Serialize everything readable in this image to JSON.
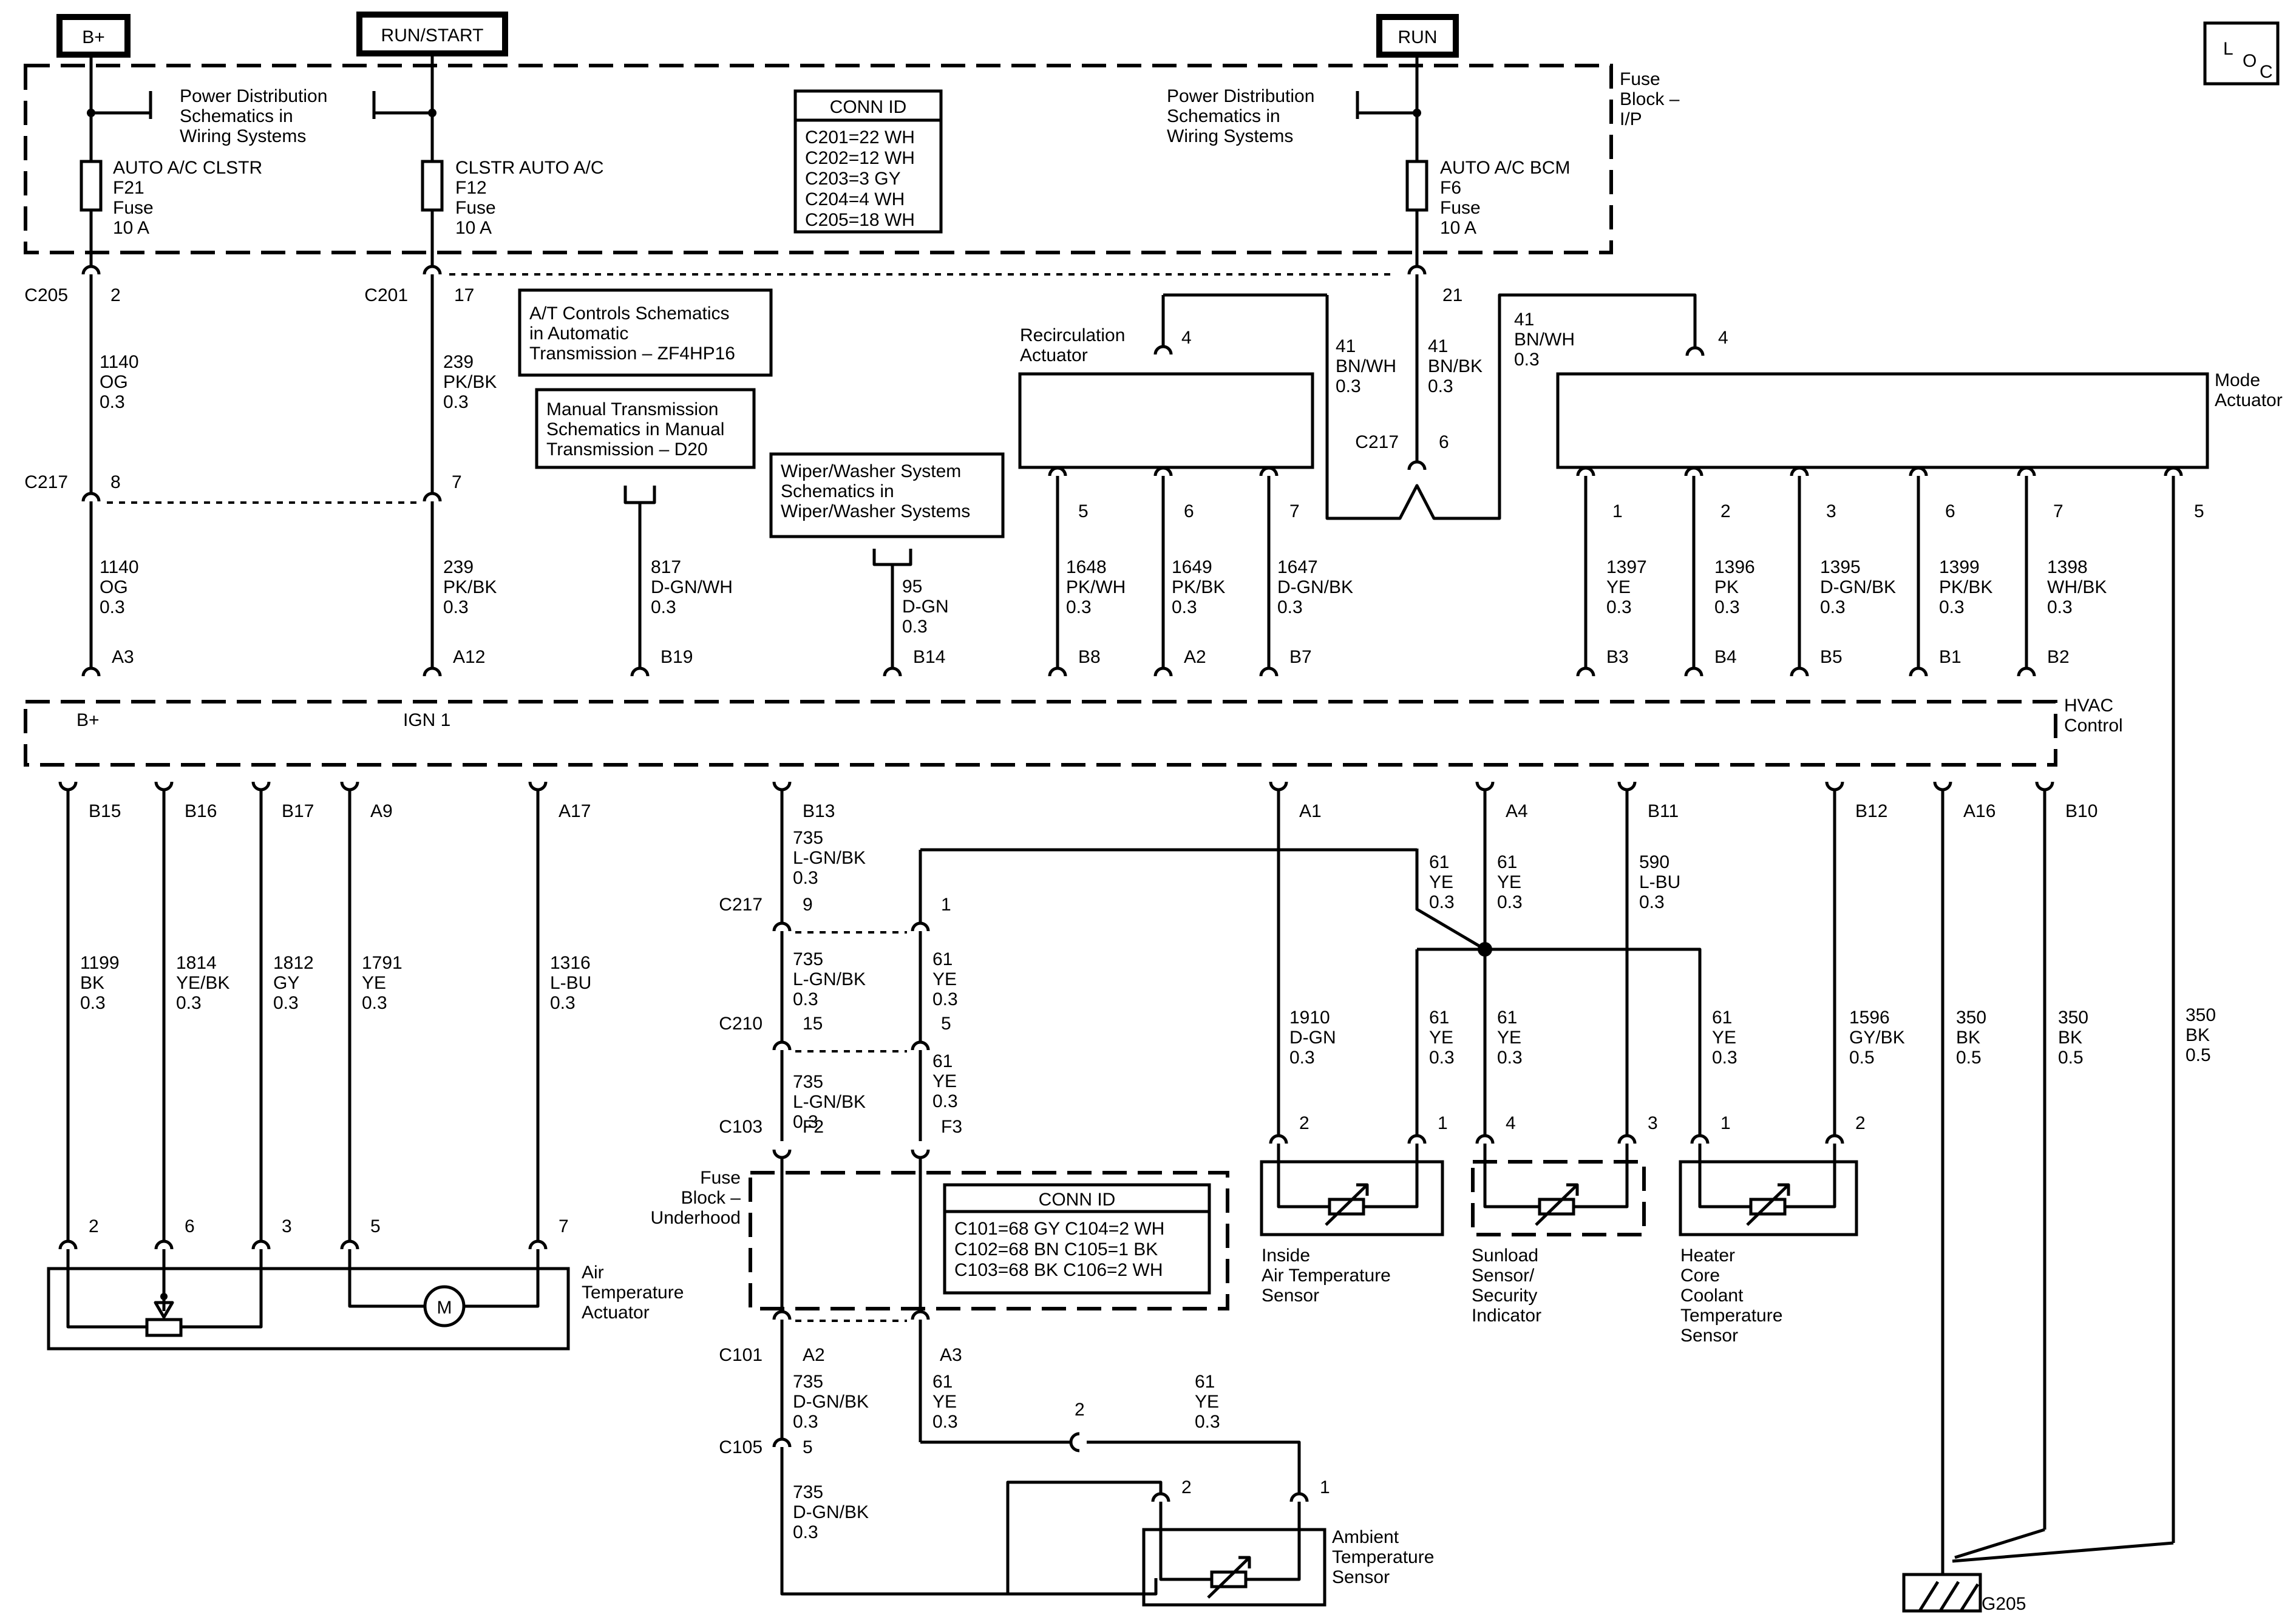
{
  "power": {
    "bplus": "B+",
    "runstart": "RUN/START",
    "run": "RUN",
    "loc": [
      "L",
      "O",
      "C"
    ]
  },
  "refs": {
    "pd1": [
      "Power Distribution",
      "Schematics in",
      "Wiring Systems"
    ],
    "pd2": [
      "Power Distribution",
      "Schematics in",
      "Wiring Systems"
    ],
    "at": [
      "A/T Controls Schematics",
      "in Automatic",
      "Transmission – ZF4HP16"
    ],
    "mt": [
      "Manual Transmission",
      "Schematics in Manual",
      "Transmission – D20"
    ],
    "ww": [
      "Wiper/Washer System",
      "Schematics in",
      "Wiper/Washer Systems"
    ]
  },
  "fuses": {
    "f21": [
      "AUTO A/C CLSTR",
      "F21",
      "Fuse",
      "10 A"
    ],
    "f12": [
      "CLSTR AUTO A/C",
      "F12",
      "Fuse",
      "10 A"
    ],
    "f6": [
      "AUTO A/C BCM",
      "F6",
      "Fuse",
      "10 A"
    ]
  },
  "fuseblock_ip": [
    "Fuse",
    "Block –",
    "I/P"
  ],
  "fuseblock_uh": [
    "Fuse",
    "Block –",
    "Underhood"
  ],
  "conn_ip": {
    "title": "CONN ID",
    "rows": [
      "C201=22 WH",
      "C202=12 WH",
      "C203=3 GY",
      "C204=4 WH",
      "C205=18 WH"
    ]
  },
  "conn_uh": {
    "title": "CONN ID",
    "rows": [
      "C101=68 GY  C104=2 WH",
      "C102=68 BN  C105=1 BK",
      "C103=68 BK  C106=2 WH"
    ]
  },
  "connectors": {
    "c205": "C205",
    "c201": "C201",
    "c217a": "C217",
    "c217b": "C217",
    "c217c": "C217",
    "c210": "C210",
    "c103": "C103",
    "c101": "C101",
    "c105": "C105"
  },
  "pins": {
    "p2": "2",
    "p17": "17",
    "p21": "21",
    "p8": "8",
    "p7": "7",
    "p6": "6",
    "p4a": "4",
    "p4b": "4",
    "r5": "5",
    "r6": "6",
    "r7": "7",
    "m1": "1",
    "m2": "2",
    "m3": "3",
    "m6": "6",
    "m7": "7",
    "m5": "5",
    "a3": "A3",
    "a12": "A12",
    "b19": "B19",
    "b14": "B14",
    "b8": "B8",
    "a2": "A2",
    "b7": "B7",
    "b3": "B3",
    "b4": "B4",
    "b5": "B5",
    "b1": "B1",
    "b2": "B2",
    "b15": "B15",
    "b16": "B16",
    "b17": "B17",
    "a9": "A9",
    "a17": "A17",
    "b13": "B13",
    "a1": "A1",
    "a4": "A4",
    "b11": "B11",
    "b12": "B12",
    "a16": "A16",
    "b10": "B10",
    "c9": "9",
    "c1": "1",
    "c15": "15",
    "c5": "5",
    "f2": "F2",
    "f3": "F3",
    "ca2": "A2",
    "ca3": "A3",
    "c105p": "5",
    "at2": "2",
    "at6": "6",
    "at3": "3",
    "at5": "5",
    "at7": "7",
    "ia2": "2",
    "ia1": "1",
    "sl4": "4",
    "sl3": "3",
    "hc1": "1",
    "hc2": "2",
    "amb2": "2",
    "amb1": "1",
    "inl2": "2"
  },
  "wires": {
    "w1140a": [
      "1140",
      "OG",
      "0.3"
    ],
    "w1140b": [
      "1140",
      "OG",
      "0.3"
    ],
    "w239a": [
      "239",
      "PK/BK",
      "0.3"
    ],
    "w239b": [
      "239",
      "PK/BK",
      "0.3"
    ],
    "w817": [
      "817",
      "D-GN/WH",
      "0.3"
    ],
    "w95": [
      "95",
      "D-GN",
      "0.3"
    ],
    "w1648": [
      "1648",
      "PK/WH",
      "0.3"
    ],
    "w1649": [
      "1649",
      "PK/BK",
      "0.3"
    ],
    "w1647": [
      "1647",
      "D-GN/BK",
      "0.3"
    ],
    "w41a": [
      "41",
      "BN/WH",
      "0.3"
    ],
    "w41b": [
      "41",
      "BN/BK",
      "0.3"
    ],
    "w41c": [
      "41",
      "BN/WH",
      "0.3"
    ],
    "w1397": [
      "1397",
      "YE",
      "0.3"
    ],
    "w1396": [
      "1396",
      "PK",
      "0.3"
    ],
    "w1395": [
      "1395",
      "D-GN/BK",
      "0.3"
    ],
    "w1399": [
      "1399",
      "PK/BK",
      "0.3"
    ],
    "w1398": [
      "1398",
      "WH/BK",
      "0.3"
    ],
    "w1199": [
      "1199",
      "BK",
      "0.3"
    ],
    "w1814": [
      "1814",
      "YE/BK",
      "0.3"
    ],
    "w1812": [
      "1812",
      "GY",
      "0.3"
    ],
    "w1791": [
      "1791",
      "YE",
      "0.3"
    ],
    "w1316": [
      "1316",
      "L-BU",
      "0.3"
    ],
    "w735a": [
      "735",
      "L-GN/BK",
      "0.3"
    ],
    "w735b": [
      "735",
      "L-GN/BK",
      "0.3"
    ],
    "w735c": [
      "735",
      "L-GN/BK",
      "0.3"
    ],
    "w61a": [
      "61",
      "YE",
      "0.3"
    ],
    "w61b": [
      "61",
      "YE",
      "0.3"
    ],
    "w735d": [
      "735",
      "D-GN/BK",
      "0.3"
    ],
    "w735e": [
      "735",
      "D-GN/BK",
      "0.3"
    ],
    "w61c": [
      "61",
      "YE",
      "0.3"
    ],
    "w61d": [
      "61",
      "YE",
      "0.3"
    ],
    "w61e": [
      "61",
      "YE",
      "0.3"
    ],
    "w61f": [
      "61",
      "YE",
      "0.3"
    ],
    "w590": [
      "590",
      "L-BU",
      "0.3"
    ],
    "w1910": [
      "1910",
      "D-GN",
      "0.3"
    ],
    "w61g": [
      "61",
      "YE",
      "0.3"
    ],
    "w61h": [
      "61",
      "YE",
      "0.3"
    ],
    "w61i": [
      "61",
      "YE",
      "0.3"
    ],
    "w1596": [
      "1596",
      "GY/BK",
      "0.5"
    ],
    "w350a": [
      "350",
      "BK",
      "0.5"
    ],
    "w350b": [
      "350",
      "BK",
      "0.5"
    ],
    "w350c": [
      "350",
      "BK",
      "0.5"
    ]
  },
  "components": {
    "recirc": [
      "Recirculation",
      "Actuator"
    ],
    "mode": [
      "Mode",
      "Actuator"
    ],
    "hvac": [
      "HVAC",
      "Control"
    ],
    "hvac_bplus": "B+",
    "hvac_ign": "IGN 1",
    "air_temp": [
      "Air",
      "Temperature",
      "Actuator"
    ],
    "motor": "M",
    "inside": [
      "Inside",
      "Air Temperature",
      "Sensor"
    ],
    "sunload": [
      "Sunload",
      "Sensor/",
      "Security",
      "Indicator"
    ],
    "heater": [
      "Heater",
      "Core",
      "Coolant",
      "Temperature",
      "Sensor"
    ],
    "ambient": [
      "Ambient",
      "Temperature",
      "Sensor"
    ],
    "ground": "G205"
  }
}
